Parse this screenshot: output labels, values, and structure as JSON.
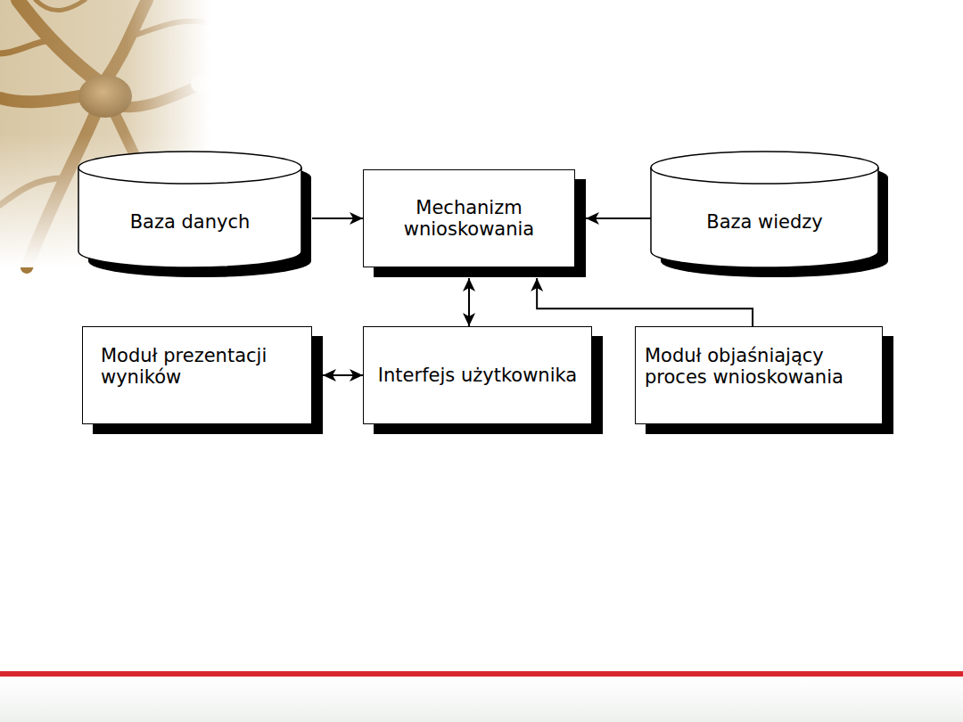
{
  "diagram": {
    "nodes": [
      {
        "text": [
          "Baza danych"
        ]
      },
      {
        "text": [
          "Mechanizm wnioskowania"
        ]
      },
      {
        "text": [
          "Baza wiedzy"
        ]
      },
      {
        "text": [
          "Moduł prezentacji wyników"
        ]
      },
      {
        "text": [
          "Interfejs użytkownika"
        ]
      },
      {
        "text": [
          "Moduł objaśniający proces wnioskowania"
        ]
      }
    ],
    "edges": [
      {
        "from": 0,
        "to": 1,
        "arrow": "to"
      },
      {
        "from": 2,
        "to": 1,
        "arrow": "to"
      },
      {
        "from": 1,
        "to": 4,
        "arrow": "both"
      },
      {
        "from": 3,
        "to": 4,
        "arrow": "both"
      },
      {
        "from": 5,
        "to": 1,
        "arrow": "to"
      }
    ]
  }
}
